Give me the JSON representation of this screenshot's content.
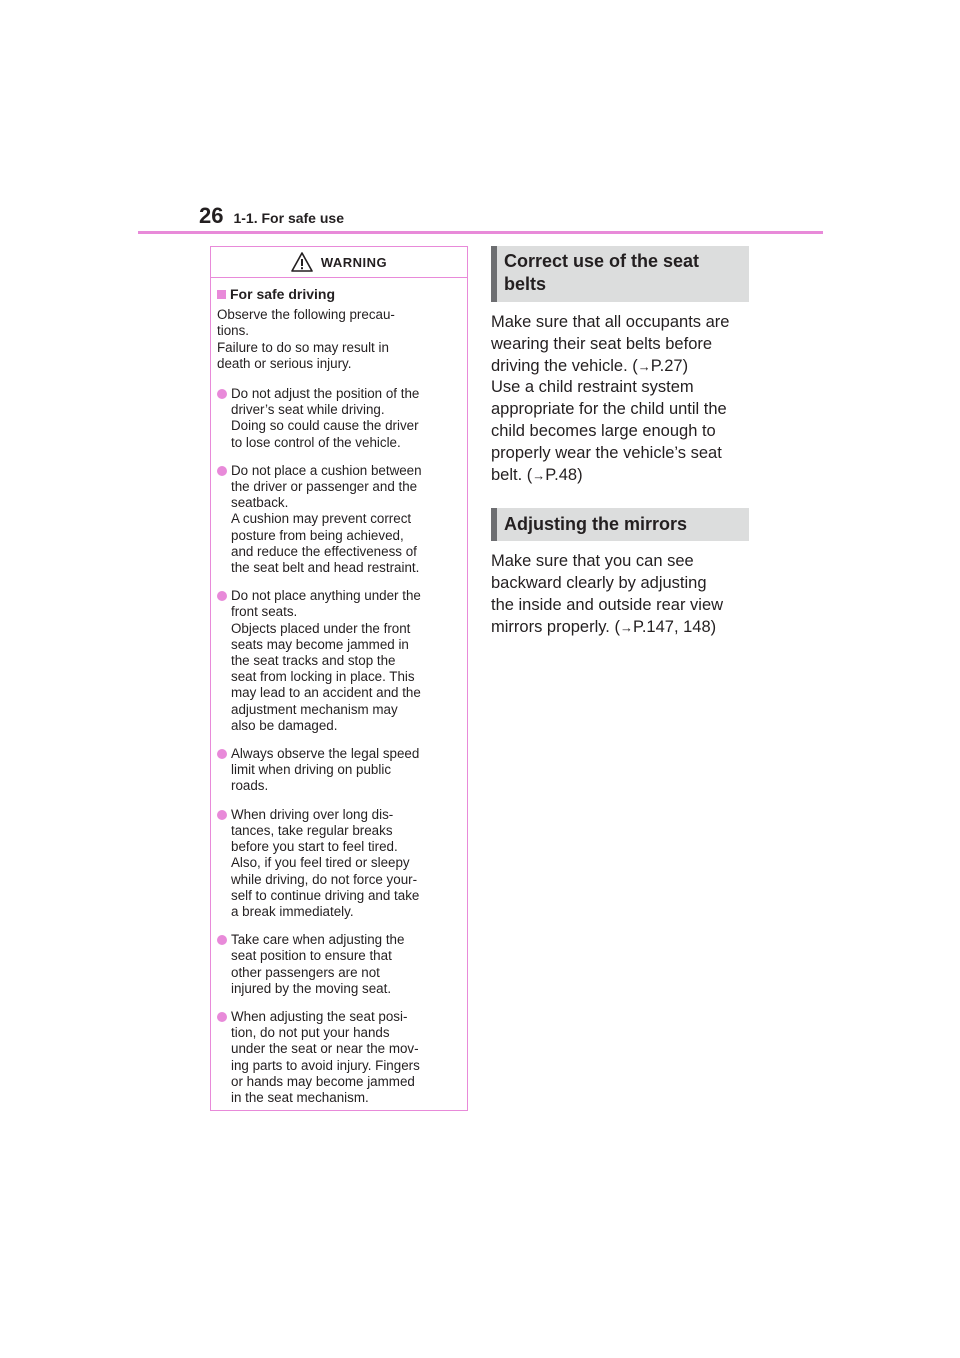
{
  "header": {
    "page_number": "26",
    "section": "1-1. For safe use"
  },
  "warning": {
    "title": "WARNING",
    "subhead": "For safe driving",
    "intro": "Observe the following precau-\ntions.\nFailure to do so may result in\ndeath or serious injury.",
    "items": [
      "Do not adjust the position of the\ndriver’s seat while driving.\nDoing so could cause the driver\nto lose control of the vehicle.",
      "Do not place a cushion between\nthe driver or passenger and the\nseatback.\nA cushion may prevent correct\nposture from being achieved,\nand reduce the effectiveness of\nthe seat belt and head restraint.",
      "Do not place anything under the\nfront seats.\nObjects placed under the front\nseats may become jammed in\nthe seat tracks and stop the\nseat from locking in place. This\nmay lead to an accident and the\nadjustment mechanism may\nalso be damaged.",
      "Always observe the legal speed\nlimit when driving on public\nroads.",
      "When driving over long dis-\ntances, take regular breaks\nbefore you start to feel tired.\nAlso, if you feel tired or sleepy\nwhile driving, do not force your-\nself to continue driving and take\na break immediately.",
      "Take care when adjusting the\nseat position to ensure that\nother passengers are not\ninjured by the moving seat.",
      "When adjusting the seat posi-\ntion, do not put your hands\nunder the seat or near the mov-\ning parts to avoid injury. Fingers\nor hands may become jammed\nin the seat mechanism."
    ]
  },
  "seatbelts": {
    "heading": "Correct use of the seat\nbelts",
    "text_a": "Make sure that all occupants are\nwearing their seat belts before\ndriving the vehicle. (",
    "ref_a": "P.27",
    "text_b": ")\nUse a child restraint system\nappropriate for the child until the\nchild becomes large enough to\nproperly wear the vehicle’s seat\nbelt. (",
    "ref_b": "P.48",
    "text_c": ")"
  },
  "mirrors": {
    "heading": "Adjusting the mirrors",
    "text_a": "Make sure that you can see\nbackward clearly by adjusting\nthe inside and outside rear view\nmirrors properly. (",
    "ref": "P.147, 148",
    "text_b": ")"
  },
  "colors": {
    "accent": "#e88ad9",
    "heading_bg": "#dcdddd",
    "heading_border": "#6d6e71"
  }
}
